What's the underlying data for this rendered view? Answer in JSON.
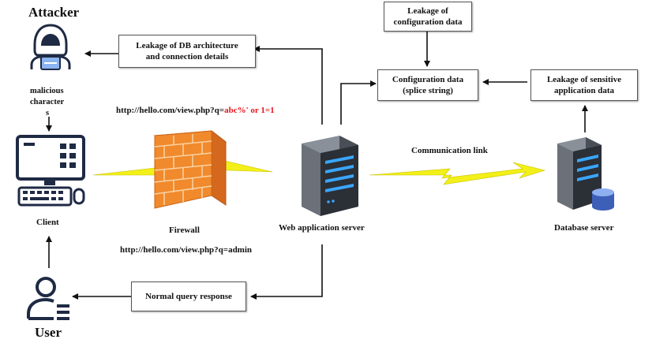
{
  "actors": {
    "attacker": "Attacker",
    "malicious_line1": "malicious",
    "malicious_line2": "character",
    "malicious_line3": "s",
    "client": "Client",
    "user": "User",
    "firewall": "Firewall",
    "web_server": "Web application server",
    "db_server": "Database server"
  },
  "boxes": {
    "leak_db_line1": "Leakage of DB architecture",
    "leak_db_line2": "and connection details",
    "leak_config_line1": "Leakage of",
    "leak_config_line2": "configuration data",
    "config_line1": "Configuration data",
    "config_line2": "(splice string)",
    "leak_sensitive_line1": "Leakage of sensitive",
    "leak_sensitive_line2": "application data",
    "normal_response": "Normal query response"
  },
  "urls": {
    "malicious_prefix": "http://hello.com/view.php?q=",
    "malicious_payload": "abc%' or 1=1",
    "normal": "http://hello.com/view.php?q=admin"
  },
  "communication_link": "Communication link",
  "colors": {
    "payload_red": "#e8141b",
    "lightning_yellow": "#f2f018",
    "firewall_orange": "#f08a2c",
    "server_dark": "#2b2f36",
    "server_led_blue": "#3aa6ff",
    "icon_navy": "#1f2a44"
  },
  "icons": [
    "hacker-icon",
    "computer-icon",
    "user-icon",
    "firewall-icon",
    "server-icon",
    "database-server-icon",
    "lightning-bolt-icon"
  ]
}
